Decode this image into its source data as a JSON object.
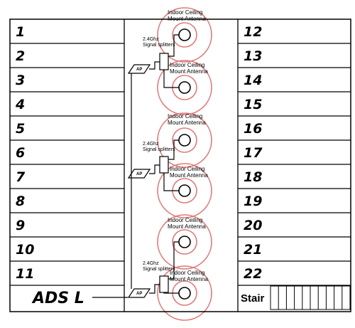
{
  "left_rooms": [
    "1",
    "2",
    "3",
    "4",
    "5",
    "6",
    "7",
    "8",
    "9",
    "10",
    "11"
  ],
  "right_rooms": [
    "12",
    "13",
    "14",
    "15",
    "16",
    "17",
    "18",
    "19",
    "20",
    "21",
    "22"
  ],
  "adsl_label": "ADS L",
  "stair_label": "Stair",
  "ap_label": "AP",
  "splitter_label": [
    "2.4Ghz",
    "Signal splitters"
  ],
  "antenna_label": [
    "Indoor Ceiling",
    "Mount Antenna"
  ],
  "colors": {
    "line": "#000000",
    "coverage": "#e07a7a",
    "background": "#ffffff"
  }
}
